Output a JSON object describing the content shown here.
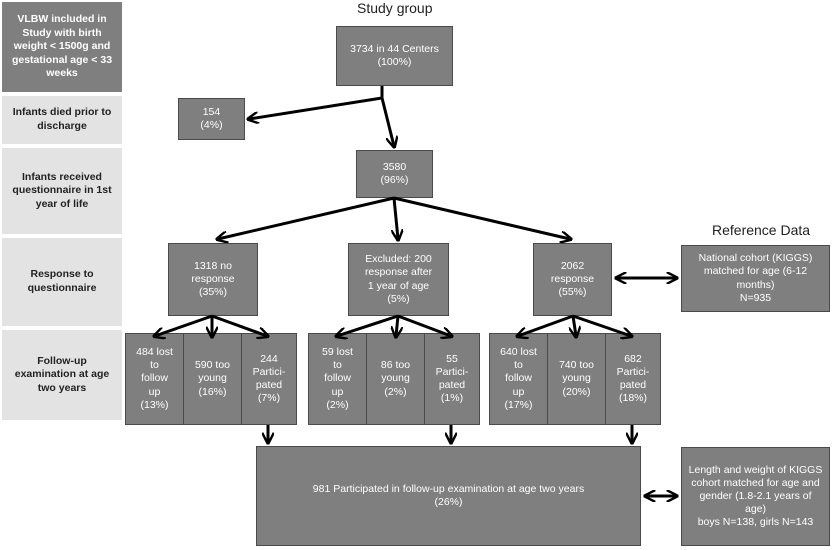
{
  "title": "Study group",
  "reference_title": "Reference Data",
  "side_labels": {
    "inclusion": "VLBW included in Study with birth weight\n< 1500g and gestational age\n< 33 weeks",
    "died": "Infants died prior to discharge",
    "questionnaire": "Infants received questionnaire in 1st year of life",
    "response": "Response to questionnaire",
    "followup": "Follow-up examination at age two years"
  },
  "boxes": {
    "total": "3734 in 44 Centers\n(100%)",
    "died": "154\n(4%)",
    "received": "3580\n(96%)",
    "no_response": "1318 no\nresponse\n(35%)",
    "excluded": "Excluded: 200\nresponse after\n1 year of age\n(5%)",
    "response": "2062\nresponse\n(55%)",
    "nr_lost": "484 lost\nto\nfollow\nup\n(13%)",
    "nr_young": "590 too\nyoung\n(16%)",
    "nr_part": "244\nPartici-\npated\n(7%)",
    "ex_lost": "59 lost\nto\nfollow\nup\n(2%)",
    "ex_young": "86 too\nyoung\n(2%)",
    "ex_part": "55\nPartici-\npated\n(1%)",
    "r_lost": "640 lost\nto\nfollow\nup\n(17%)",
    "r_young": "740 too\nyoung\n(20%)",
    "r_part": "682\nPartici-\npated\n(18%)",
    "combined": "981 Participated in follow-up examination at age two years\n(26%)",
    "national": "National cohort  (KIGGS)\nmatched for age (6-12\nmonths)\nN=935",
    "kiggs_length": "Length and weight of KIGGS\ncohort matched for age  and\ngender (1.8-2.1 years of\nage)\nboys N=138,  girls N=143"
  }
}
